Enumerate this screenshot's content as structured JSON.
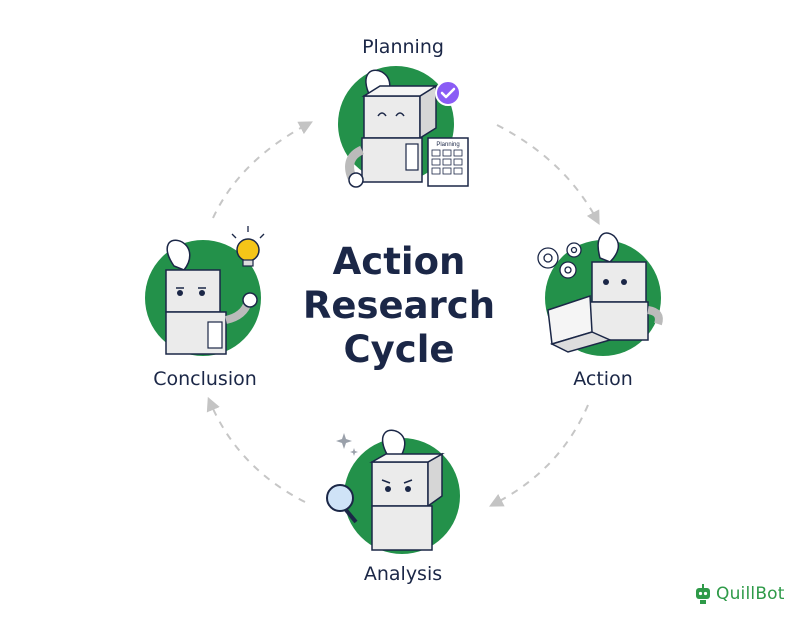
{
  "diagram": {
    "title_lines": [
      "Action",
      "Research",
      "Cycle"
    ],
    "stages": {
      "planning": "Planning",
      "action": "Action",
      "analysis": "Analysis",
      "conclusion": "Conclusion"
    },
    "clipboard_title": "Planning"
  },
  "brand": {
    "name": "QuillBot"
  },
  "colors": {
    "green": "#23914a",
    "navy": "#1b2747",
    "purple": "#8a5cf5",
    "bulb": "#f5c518",
    "arrow": "#bdbdbd",
    "robot": "#ebebeb"
  }
}
